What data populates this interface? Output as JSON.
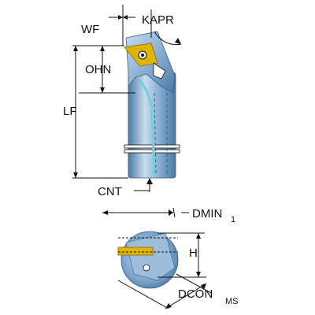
{
  "labels": {
    "wf": "WF",
    "kapr": "KAPR",
    "ohn": "OHN",
    "lf": "LF",
    "cnt": "CNT",
    "dmin": "DMIN",
    "dmin_sub": "1",
    "h": "H",
    "dcon": "DCON",
    "dcon_sub": "MS"
  },
  "colors": {
    "body_main": "#7ea6cc",
    "body_light": "#c9dced",
    "body_dark": "#4a7aa6",
    "insert": "#e0b400",
    "insert_dark": "#8a6a00",
    "coolant": "#6fd0e0",
    "ink": "#111111"
  }
}
